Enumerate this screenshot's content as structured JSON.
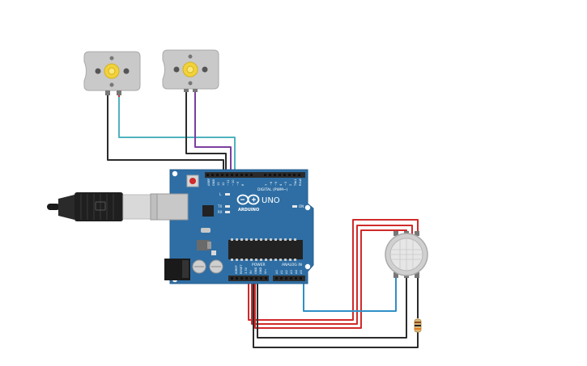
{
  "board": {
    "logo": "ARDUINO",
    "model": "UNO",
    "digital_label": "DIGITAL (PWM~)",
    "power_label": "POWER",
    "analog_label": "ANALOG IN",
    "on_label": "ON",
    "led_l": "L",
    "led_tx": "TX",
    "led_rx": "RX",
    "aref": "AREF",
    "gnd": "GND",
    "digital_pins": [
      "13",
      "12",
      "~11",
      "~10",
      "~9",
      "8",
      "7",
      "~6",
      "~5",
      "4",
      "~3",
      "2",
      "TX▸1",
      "RX◂0"
    ],
    "power_pins": [
      "IOREF",
      "RESET",
      "3.3V",
      "5V",
      "GND",
      "GND",
      "Vin"
    ],
    "analog_pins": [
      "A0",
      "A1",
      "A2",
      "A3",
      "A4",
      "A5"
    ]
  },
  "colors": {
    "board": "#2e6ea4",
    "wire_black": "#2b2b2b",
    "wire_red": "#d12a2a",
    "wire_teal": "#4fb3bf",
    "wire_purple": "#7b3fa0",
    "wire_blue": "#2f8fc7"
  }
}
